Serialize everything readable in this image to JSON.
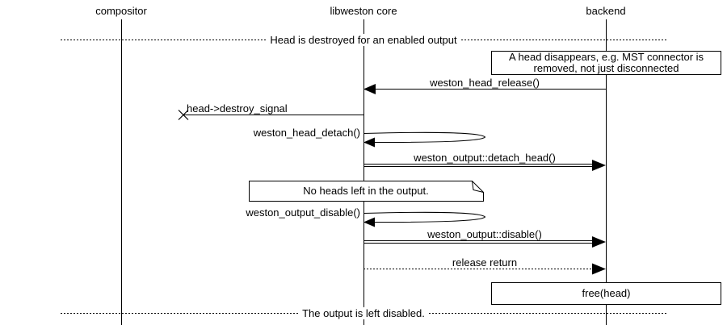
{
  "diagram": {
    "lifelines": [
      {
        "label": "compositor"
      },
      {
        "label": "libweston core"
      },
      {
        "label": "backend"
      }
    ],
    "dividers": [
      {
        "label": "Head is destroyed for an enabled output"
      },
      {
        "label": "The output is left disabled."
      }
    ],
    "notes": [
      {
        "label": "A head disappears, e.g. MST connector is\nremoved, not just disconnected",
        "shape": "rectangle",
        "lifeline": "backend"
      },
      {
        "label": "No heads left in the output.",
        "shape": "folded-note",
        "lifeline": "libweston core"
      },
      {
        "label": "free(head)",
        "shape": "rectangle",
        "lifeline": "backend"
      }
    ],
    "messages": [
      {
        "label": "weston_head_release()",
        "from": "backend",
        "to": "libweston core",
        "kind": "call-arrow"
      },
      {
        "label": "head->destroy_signal",
        "from": "libweston core",
        "to": "compositor",
        "kind": "lost-message"
      },
      {
        "label": "weston_head_detach()",
        "from": "libweston core",
        "to": "libweston core",
        "kind": "self-call"
      },
      {
        "label": "weston_output::detach_head()",
        "from": "libweston core",
        "to": "backend",
        "kind": "method-call"
      },
      {
        "label": "weston_output_disable()",
        "from": "libweston core",
        "to": "libweston core",
        "kind": "self-call"
      },
      {
        "label": "weston_output::disable()",
        "from": "libweston core",
        "to": "backend",
        "kind": "method-call"
      },
      {
        "label": "release return",
        "from": "libweston core",
        "to": "backend",
        "kind": "return"
      }
    ],
    "colors": {
      "line": "#000000",
      "background": "#ffffff",
      "text": "#000000"
    }
  }
}
